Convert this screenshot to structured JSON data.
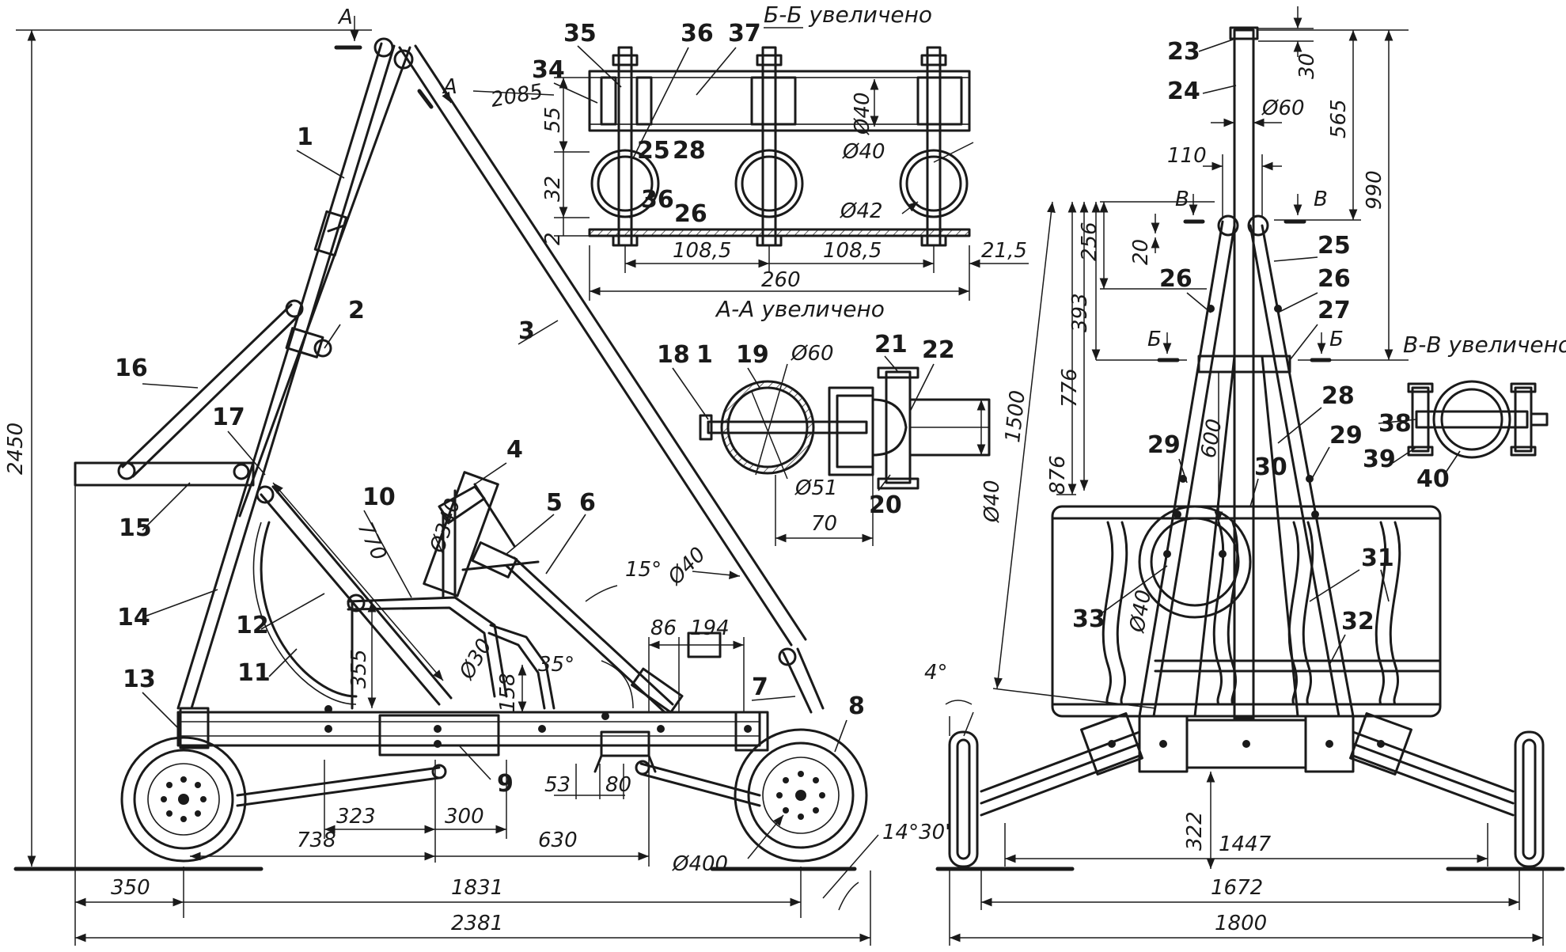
{
  "callouts": [
    "1",
    "2",
    "3",
    "4",
    "5",
    "6",
    "7",
    "8",
    "9",
    "10",
    "11",
    "12",
    "13",
    "14",
    "15",
    "16",
    "17",
    "18",
    "19",
    "20",
    "21",
    "22",
    "23",
    "24",
    "25",
    "26",
    "27",
    "28",
    "29",
    "30",
    "31",
    "32",
    "33",
    "34",
    "35",
    "36",
    "37",
    "38",
    "39",
    "40"
  ],
  "sections": {
    "bb": "Б-Б увеличено",
    "aa": "А-А увеличено",
    "vv": "В-В увеличено"
  },
  "section_marks": {
    "a": "А",
    "b": "Б",
    "v": "В"
  },
  "dimensions": {
    "side": {
      "height": "2450",
      "boom": "2085",
      "seat_back": "770",
      "wheel_d": "Ø340",
      "seat_h": "355",
      "tube_d30": "Ø30",
      "step_h": "158",
      "angle_15": "15°",
      "angle_35": "35°",
      "tube_d40": "Ø40",
      "d86": "86",
      "d194": "194",
      "d323": "323",
      "d300": "300",
      "d53": "53",
      "d80": "80",
      "d738": "738",
      "d630": "630",
      "wheel_front": "Ø400",
      "angle_1430": "14°30'",
      "d350": "350",
      "d1831": "1831",
      "d2381": "2381"
    },
    "bb": {
      "d55": "55",
      "d32": "32",
      "d2": "2",
      "d40a": "Ø40",
      "d40b": "Ø40",
      "d42": "Ø42",
      "d108a": "108,5",
      "d108b": "108,5",
      "d260": "260",
      "d21": "21,5"
    },
    "aa": {
      "d60": "Ø60",
      "d51": "Ø51",
      "d70": "70",
      "d40": "Ø40"
    },
    "front": {
      "d30": "30",
      "d60": "Ø60",
      "d565": "565",
      "d990": "990",
      "d110": "110",
      "d20": "20",
      "d256": "256",
      "d393": "393",
      "d776": "776",
      "d876": "876",
      "d600": "600",
      "d1500": "1500",
      "d40": "Ø40",
      "angle4": "4°",
      "d322": "322",
      "d1447": "1447",
      "d1672": "1672",
      "d1800": "1800"
    }
  }
}
